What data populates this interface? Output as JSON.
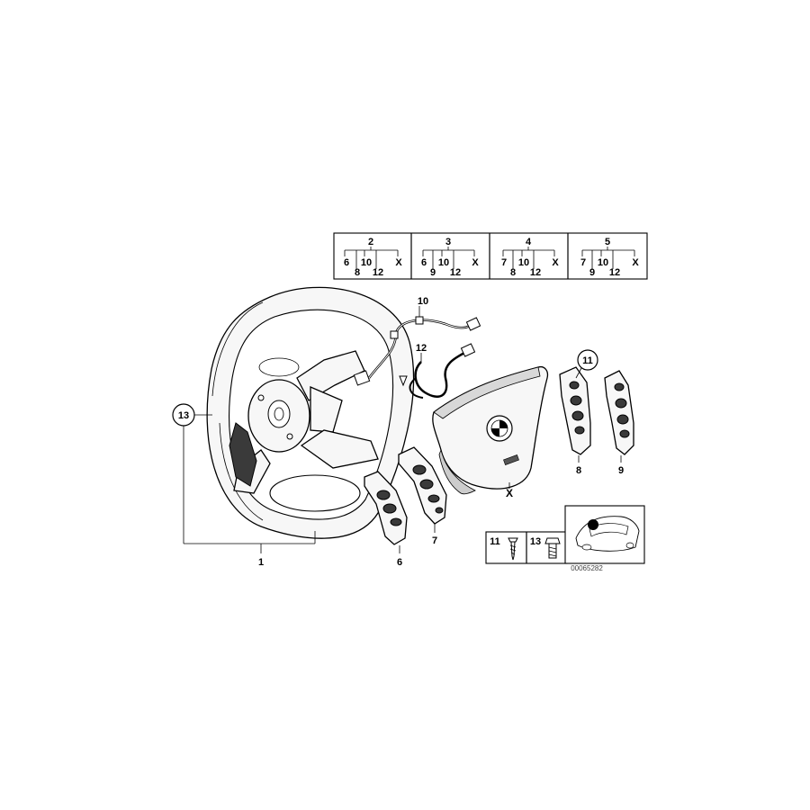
{
  "kit_table": [
    {
      "header": "2",
      "parts": [
        "6",
        "8",
        "10",
        "12",
        "X"
      ]
    },
    {
      "header": "3",
      "parts": [
        "6",
        "9",
        "10",
        "12",
        "X"
      ]
    },
    {
      "header": "4",
      "parts": [
        "7",
        "8",
        "10",
        "12",
        "X"
      ]
    },
    {
      "header": "5",
      "parts": [
        "7",
        "9",
        "10",
        "12",
        "X"
      ]
    }
  ],
  "callouts": {
    "steering_wheel": "1",
    "wheel_screw": "13",
    "wiring_harness_10": "10",
    "wiring_harness_12": "12",
    "airbag": "X",
    "switch_6": "6",
    "switch_7": "7",
    "switch_8": "8",
    "switch_9": "9",
    "screw_11": "11"
  },
  "fastener_legend": [
    {
      "label": "11",
      "icon": "tapping-screw-icon"
    },
    {
      "label": "13",
      "icon": "hex-bolt-icon"
    }
  ],
  "car_thumbnail": {
    "icon": "sedan-car-icon"
  },
  "diagram_code": "00065282"
}
